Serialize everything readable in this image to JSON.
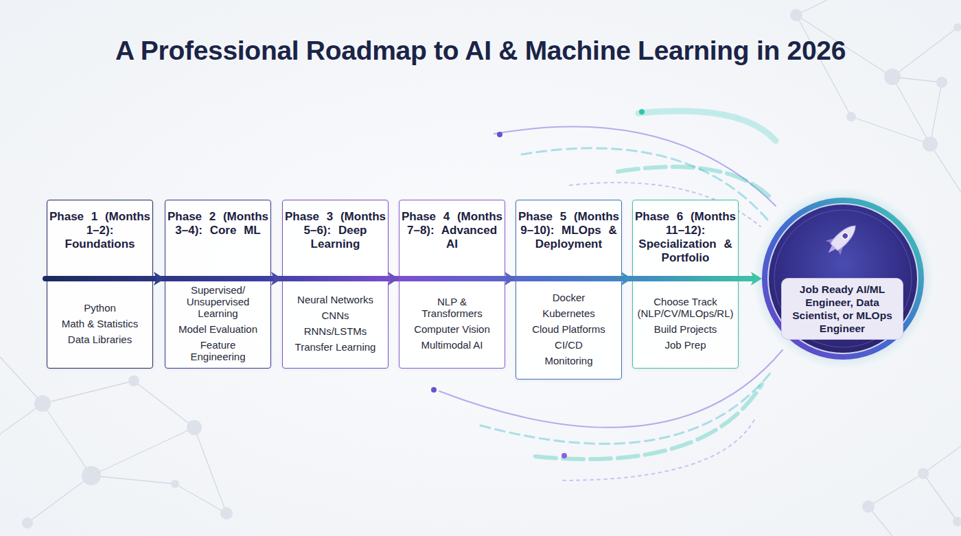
{
  "diagram": {
    "title": "A Professional Roadmap to AI & Machine Learning in 2026",
    "nodes": [
      {
        "text": [
          "Phase 1 (Months 1–2): Foundations",
          "Python",
          "Math & Statistics",
          "Data Libraries"
        ]
      },
      {
        "text": [
          "Phase 2 (Months 3–4): Core ML",
          "Supervised/ Unsupervised Learning",
          "Model Evaluation",
          "Feature Engineering"
        ]
      },
      {
        "text": [
          "Phase 3 (Months 5–6): Deep Learning",
          "Neural Networks",
          "CNNs",
          "RNNs/LSTMs",
          "Transfer Learning"
        ]
      },
      {
        "text": [
          "Phase 4 (Months 7–8): Advanced AI",
          "NLP & Transformers",
          "Computer Vision",
          "Multimodal AI"
        ]
      },
      {
        "text": [
          "Phase 5 (Months 9–10): MLOps & Deployment",
          "Docker",
          "Kubernetes",
          "Cloud Platforms",
          "CI/CD",
          "Monitoring"
        ]
      },
      {
        "text": [
          "Phase 6 (Months 11–12): Specialization & Portfolio",
          "Choose Track (NLP/CV/MLOps/RL)",
          "Build Projects",
          "Job Prep"
        ]
      },
      {
        "text": [
          "Job Ready AI/ML Engineer, Data Scientist, or MLOps Engineer"
        ]
      }
    ],
    "edges": [
      {
        "from": 0,
        "to": 1,
        "arrow": "to"
      },
      {
        "from": 1,
        "to": 2,
        "arrow": "to"
      },
      {
        "from": 2,
        "to": 3,
        "arrow": "to"
      },
      {
        "from": 3,
        "to": 4,
        "arrow": "to"
      },
      {
        "from": 4,
        "to": 5,
        "arrow": "to"
      },
      {
        "from": 5,
        "to": 6,
        "arrow": "to"
      }
    ]
  }
}
